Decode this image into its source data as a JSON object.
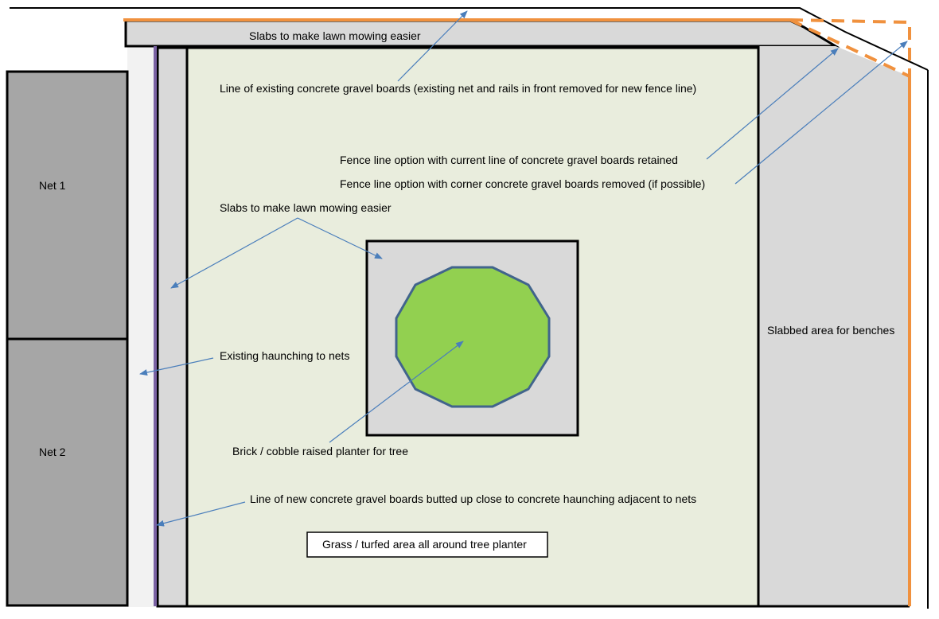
{
  "colors": {
    "lawn": "#e9eddd",
    "slab": "#d9d9d9",
    "haunching": "#f2f2f2",
    "net": "#a6a6a6",
    "planter": "#92d050",
    "planter_edge": "#41648c",
    "new_gravel_board": "#7a62a3",
    "fence_line": "#f0913e",
    "arrow": "#4a7ebb",
    "outline": "#000000"
  },
  "labels": {
    "slabs_top": "Slabs to make lawn mowing easier",
    "existing_boards": "Line of existing concrete gravel boards (existing net and rails in front removed for new fence line)",
    "fence_option_retained": "Fence line option with current line of concrete gravel boards retained",
    "fence_option_removed": "Fence line option with corner concrete gravel boards removed (if possible)",
    "slabs_middle": "Slabs to make lawn mowing easier",
    "haunching": "Existing haunching to nets",
    "planter": "Brick / cobble raised planter for tree",
    "new_boards": "Line of new concrete gravel boards butted up close to concrete haunching adjacent to nets",
    "grass": "Grass / turfed area all around tree planter",
    "benches": "Slabbed area for benches",
    "net1": "Net 1",
    "net2": "Net 2"
  }
}
